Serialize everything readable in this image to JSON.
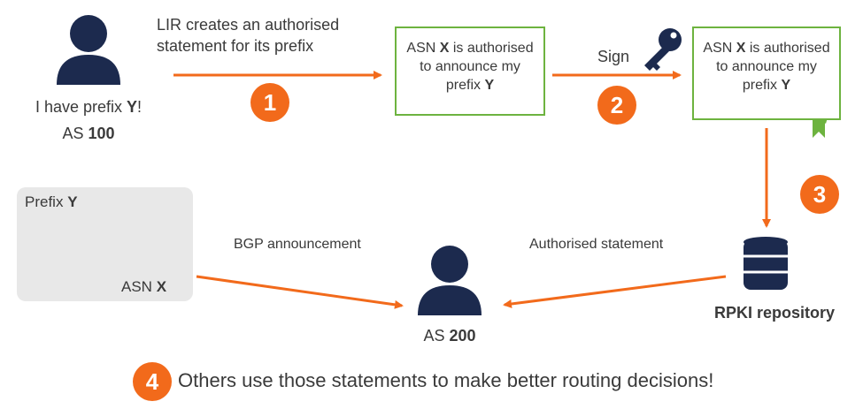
{
  "as100": {
    "line1_pre": "I have prefix ",
    "line1_bold": "Y",
    "line1_post": "!",
    "line2_pre": "AS ",
    "line2_bold": "100"
  },
  "step1": {
    "number": "1",
    "label_line1": "LIR creates an authorised",
    "label_line2": "statement for its prefix"
  },
  "statement": {
    "line1_pre": "ASN ",
    "line1_bold": "X",
    "line1_post": " is authorised",
    "line2": "to announce my",
    "line3_pre": "prefix ",
    "line3_bold": "Y"
  },
  "step2": {
    "number": "2",
    "label": "Sign"
  },
  "step3": {
    "number": "3"
  },
  "repository": {
    "label": "RPKI repository"
  },
  "router_panel": {
    "prefix_pre": "Prefix ",
    "prefix_bold": "Y",
    "asn_pre": "ASN ",
    "asn_bold": "X"
  },
  "bgp": {
    "label": "BGP announcement"
  },
  "authorised": {
    "label": "Authorised statement"
  },
  "as200": {
    "pre": "AS ",
    "bold": "200"
  },
  "step4": {
    "number": "4",
    "label": "Others use those statements to make better routing decisions!"
  },
  "colors": {
    "orange": "#f26a1b",
    "green": "#6db33f",
    "navy": "#1c2a4e",
    "router_blue": "#1a78c2",
    "text": "#3a3a3a",
    "panel": "#e8e8e8"
  }
}
